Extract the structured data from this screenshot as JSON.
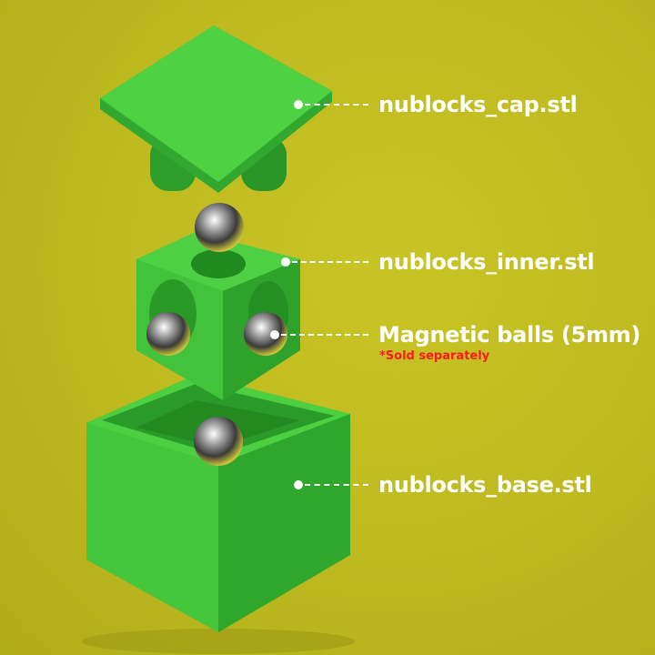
{
  "callouts": {
    "cap": {
      "label": "nublocks_cap.stl"
    },
    "inner": {
      "label": "nublocks_inner.stl"
    },
    "balls": {
      "label": "Magnetic balls (5mm)",
      "note": "*Sold separately"
    },
    "base": {
      "label": "nublocks_base.stl"
    }
  },
  "colors": {
    "background": "#c2be22",
    "part_green": "#3fbf3a",
    "note_red": "#ff1a1a",
    "label_white": "#ffffff"
  }
}
